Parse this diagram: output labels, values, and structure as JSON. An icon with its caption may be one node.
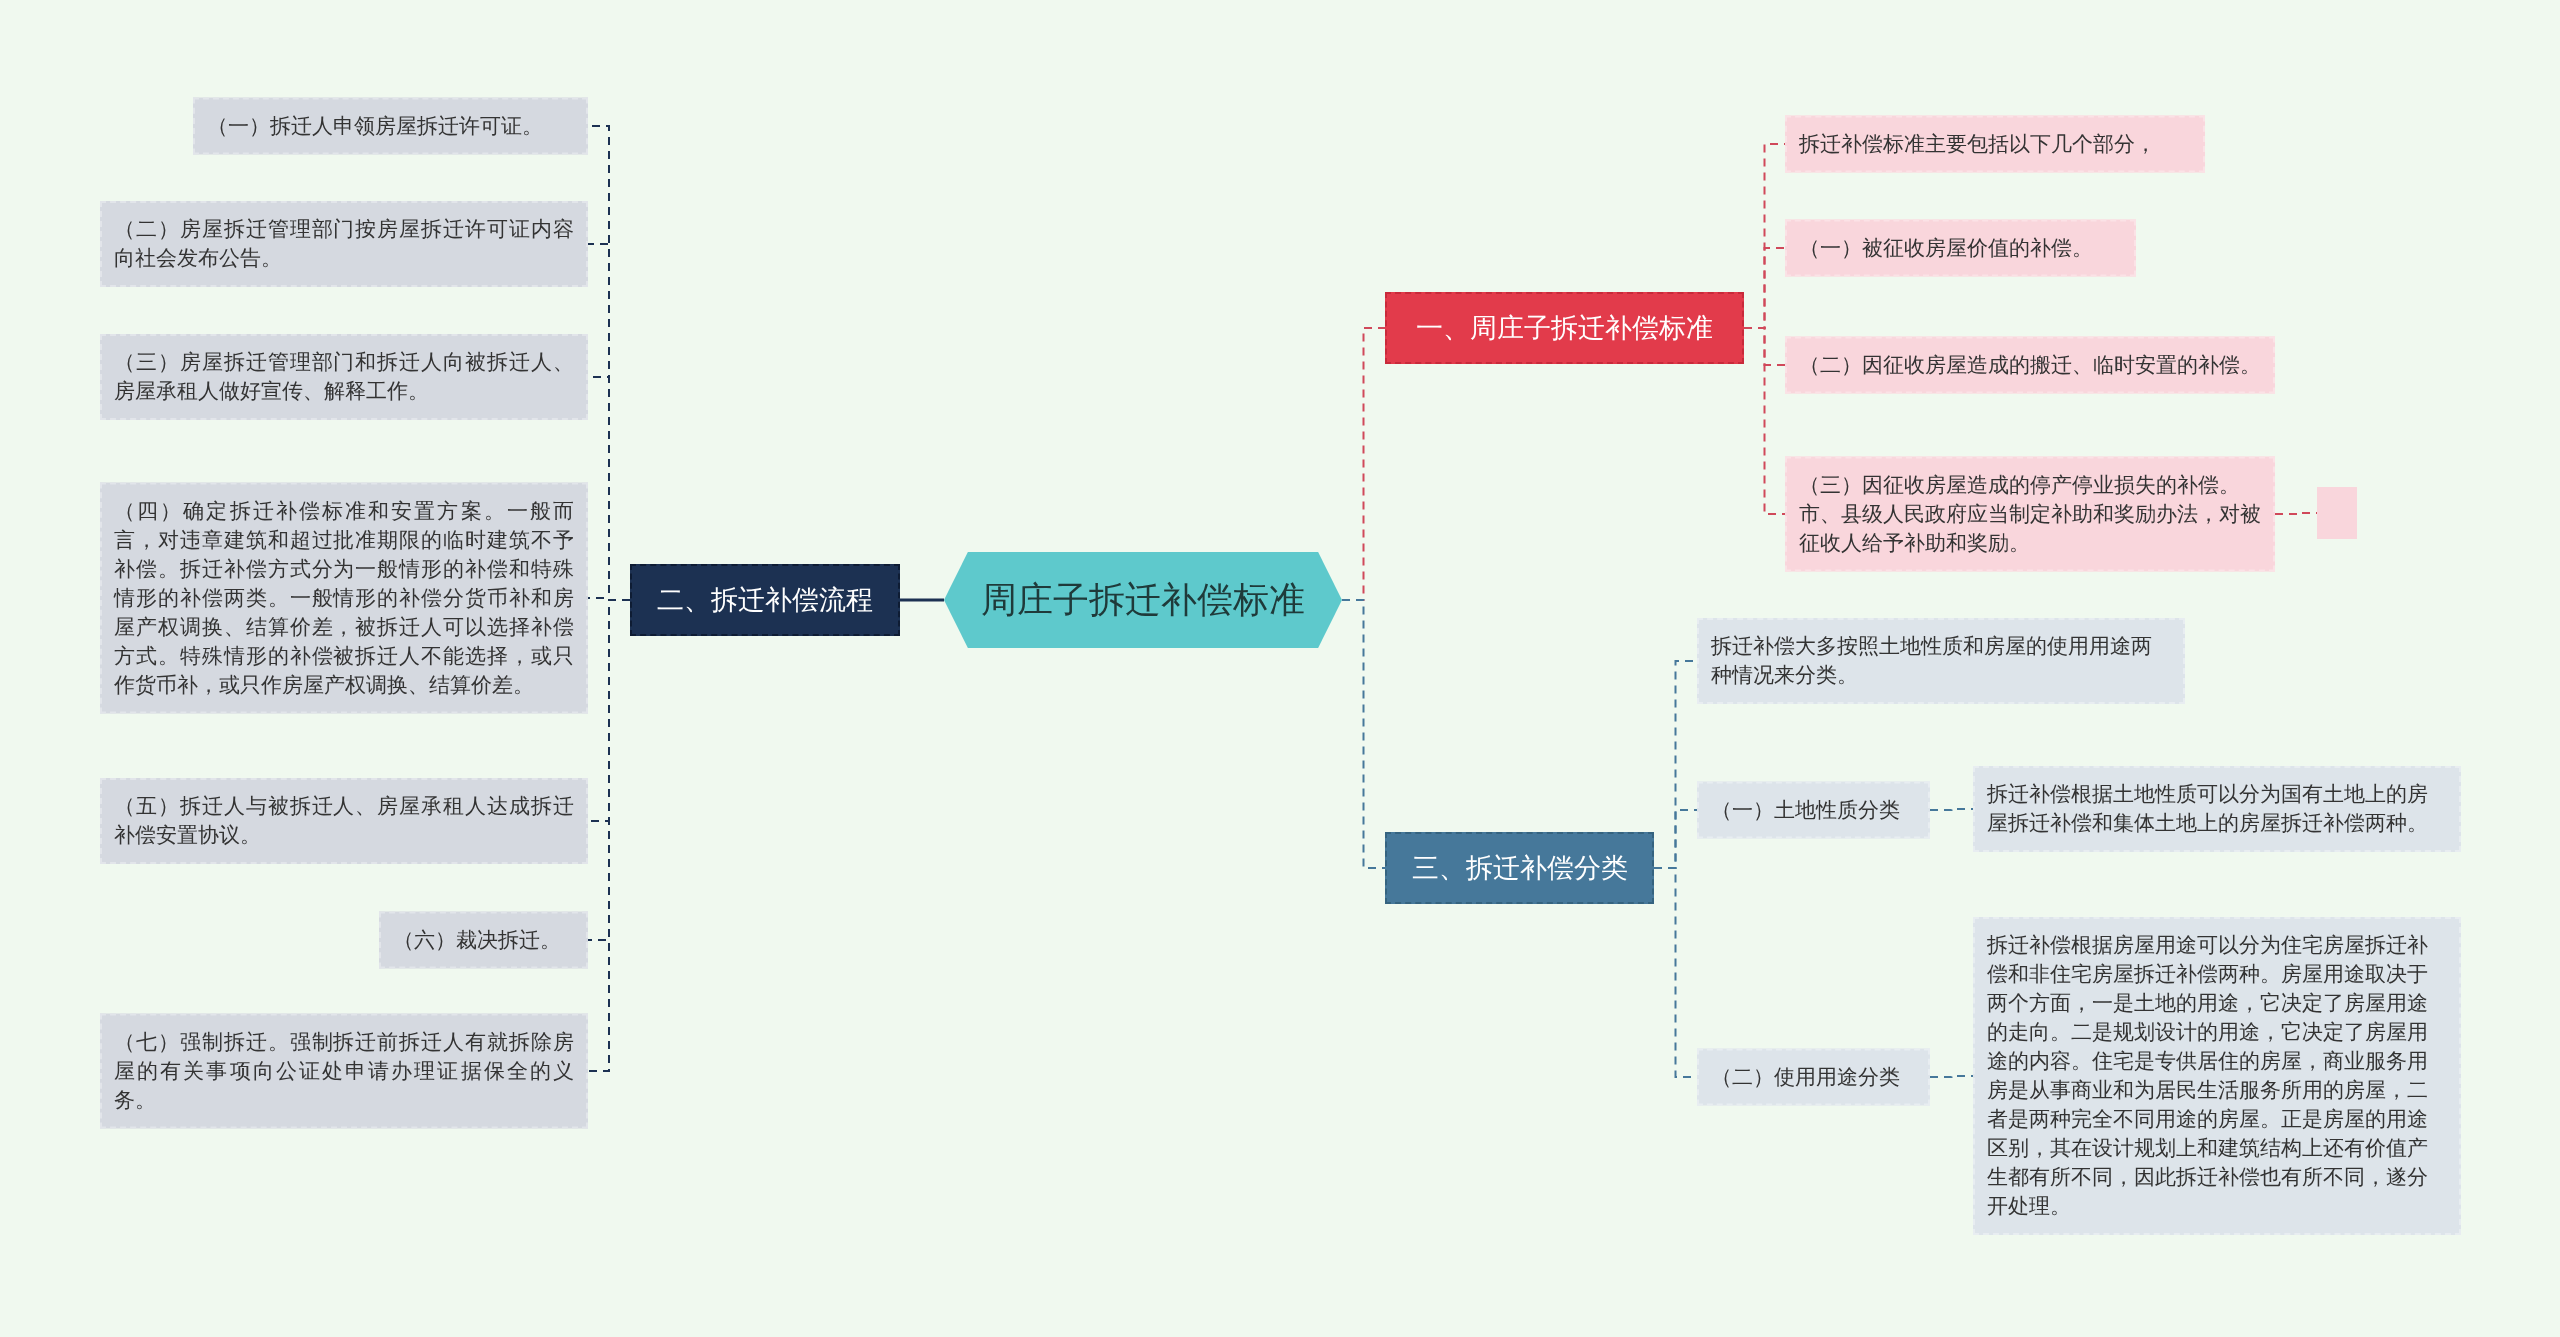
{
  "diagram": {
    "nodes": [
      {
        "text": [
          "周庄子拆迁补偿标准"
        ]
      },
      {
        "text": [
          "二、拆迁补偿流程"
        ]
      },
      {
        "text": [
          "（一）拆迁人申领房屋拆迁许可证。"
        ]
      },
      {
        "text": [
          "（二）房屋拆迁管理部门按房屋拆迁许可证内容向社会发布公告。"
        ]
      },
      {
        "text": [
          "（三）房屋拆迁管理部门和拆迁人向被拆迁人、房屋承租人做好宣传、解释工作。"
        ]
      },
      {
        "text": [
          "（四）确定拆迁补偿标准和安置方案。一般而言，对违章建筑和超过批准期限的临时建筑不予补偿。拆迁补偿方式分为一般情形的补偿和特殊情形的补偿两类。一般情形的补偿分货币补和房屋产权调换、结算价差，被拆迁人可以选择补偿方式。特殊情形的补偿被拆迁人不能选择，或只作货币补，或只作房屋产权调换、结算价差。"
        ]
      },
      {
        "text": [
          "（五）拆迁人与被拆迁人、房屋承租人达成拆迁补偿安置协议。"
        ]
      },
      {
        "text": [
          "（六）裁决拆迁。"
        ]
      },
      {
        "text": [
          "（七）强制拆迁。强制拆迁前拆迁人有就拆除房屋的有关事项向公证处申请办理证据保全的义务。"
        ]
      },
      {
        "text": [
          "一、周庄子拆迁补偿标准"
        ]
      },
      {
        "text": [
          "拆迁补偿标准主要包括以下几个部分，"
        ]
      },
      {
        "text": [
          "（一）被征收房屋价值的补偿。"
        ]
      },
      {
        "text": [
          "（二）因征收房屋造成的搬迁、临时安置的补偿。"
        ]
      },
      {
        "text": [
          "（三）因征收房屋造成的停产停业损失的补偿。市、县级人民政府应当制定补助和奖励办法，对被征收人给予补助和奖励。"
        ]
      },
      {
        "text": [],
        "shape": "box"
      },
      {
        "text": [
          "三、拆迁补偿分类"
        ]
      },
      {
        "text": [
          "拆迁补偿大多按照土地性质和房屋的使用用途两种情况来分类。"
        ]
      },
      {
        "text": [
          "（一）土地性质分类"
        ]
      },
      {
        "text": [
          "拆迁补偿根据土地性质可以分为国有土地上的房屋拆迁补偿和集体土地上的房屋拆迁补偿两种。"
        ]
      },
      {
        "text": [
          "（二）使用用途分类"
        ]
      },
      {
        "text": [
          "拆迁补偿根据房屋用途可以分为住宅房屋拆迁补偿和非住宅房屋拆迁补偿两种。房屋用途取决于两个方面，一是土地的用途，它决定了房屋用途的走向。二是规划设计的用途，它决定了房屋用途的内容。住宅是专供居住的房屋，商业服务用房是从事商业和为居民生活服务所用的房屋，二者是两种完全不同用途的房屋。正是房屋的用途区别，其在设计规划上和建筑结构上还有价值产生都有所不同，因此拆迁补偿也有所不同，遂分开处理。"
        ]
      }
    ],
    "edges": [
      {
        "from": 0,
        "to": 1,
        "arrow": "none",
        "color": "#1c3152"
      },
      {
        "from": 0,
        "to": 9,
        "arrow": "none",
        "style": "dashed",
        "color": "#d0495a"
      },
      {
        "from": 0,
        "to": 15,
        "arrow": "none",
        "style": "dashed",
        "color": "#46789a"
      },
      {
        "from": 1,
        "to": 2,
        "arrow": "none",
        "style": "dashed",
        "color": "#1c3152"
      },
      {
        "from": 1,
        "to": 3,
        "arrow": "none",
        "style": "dashed",
        "color": "#1c3152"
      },
      {
        "from": 1,
        "to": 4,
        "arrow": "none",
        "style": "dashed",
        "color": "#1c3152"
      },
      {
        "from": 1,
        "to": 5,
        "arrow": "none",
        "style": "dashed",
        "color": "#1c3152"
      },
      {
        "from": 1,
        "to": 6,
        "arrow": "none",
        "style": "dashed",
        "color": "#1c3152"
      },
      {
        "from": 1,
        "to": 7,
        "arrow": "none",
        "style": "dashed",
        "color": "#1c3152"
      },
      {
        "from": 1,
        "to": 8,
        "arrow": "none",
        "style": "dashed",
        "color": "#1c3152"
      },
      {
        "from": 9,
        "to": 10,
        "arrow": "none",
        "style": "dashed",
        "color": "#d0495a"
      },
      {
        "from": 9,
        "to": 11,
        "arrow": "none",
        "style": "dashed",
        "color": "#d0495a"
      },
      {
        "from": 9,
        "to": 12,
        "arrow": "none",
        "style": "dashed",
        "color": "#d0495a"
      },
      {
        "from": 9,
        "to": 13,
        "arrow": "none",
        "style": "dashed",
        "color": "#d0495a"
      },
      {
        "from": 13,
        "to": 14,
        "arrow": "none",
        "style": "dashed",
        "color": "#d0495a"
      },
      {
        "from": 15,
        "to": 16,
        "arrow": "none",
        "style": "dashed",
        "color": "#46789a"
      },
      {
        "from": 15,
        "to": 17,
        "arrow": "none",
        "style": "dashed",
        "color": "#46789a"
      },
      {
        "from": 15,
        "to": 19,
        "arrow": "none",
        "style": "dashed",
        "color": "#46789a"
      },
      {
        "from": 17,
        "to": 18,
        "arrow": "none",
        "style": "dashed",
        "color": "#46789a"
      },
      {
        "from": 19,
        "to": 20,
        "arrow": "none",
        "style": "dashed",
        "color": "#46789a"
      }
    ]
  }
}
